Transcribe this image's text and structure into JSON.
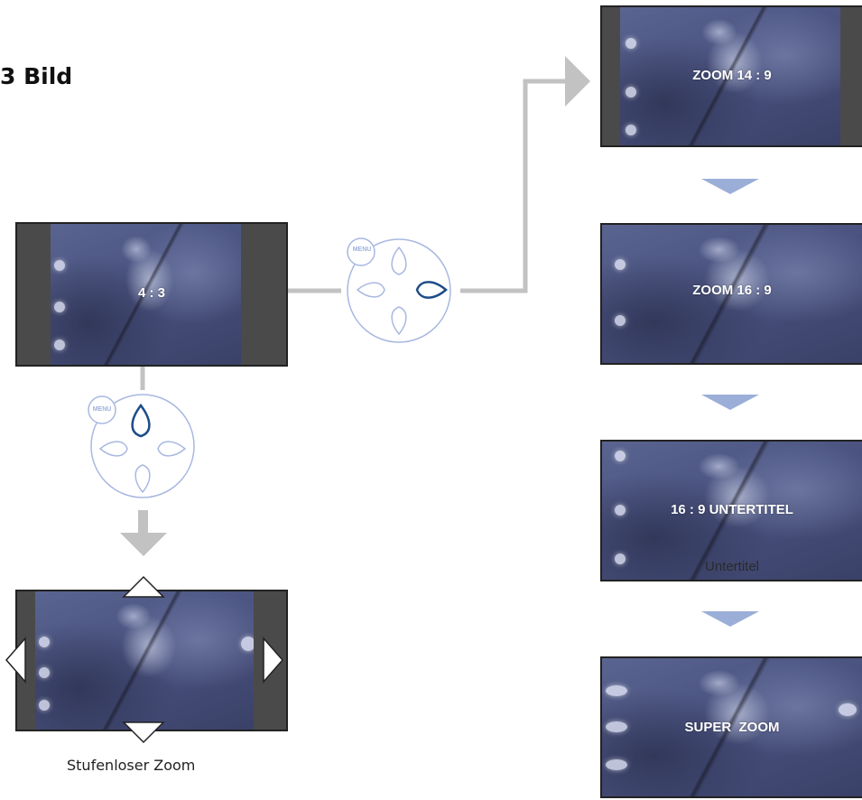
{
  "heading": "3 Bild",
  "remote_menu_label": "MENU",
  "screens": {
    "current": {
      "label": "4 : 3"
    },
    "zoom14": {
      "label": "ZOOM 14 : 9"
    },
    "zoom16": {
      "label": "ZOOM 16 : 9"
    },
    "subtitle16": {
      "label": "16 : 9 UNTERTITEL",
      "subtitle": "Untertitel"
    },
    "superzoom": {
      "label": "SUPER  ZOOM"
    },
    "freezoom": {
      "caption": "Stufenloser Zoom"
    }
  },
  "colors": {
    "arrow_gray": "#bdbdbd",
    "arrow_blue": "#8a9fd0",
    "pad_outline": "#9fb1db",
    "pad_highlight": "#1c4c88"
  }
}
